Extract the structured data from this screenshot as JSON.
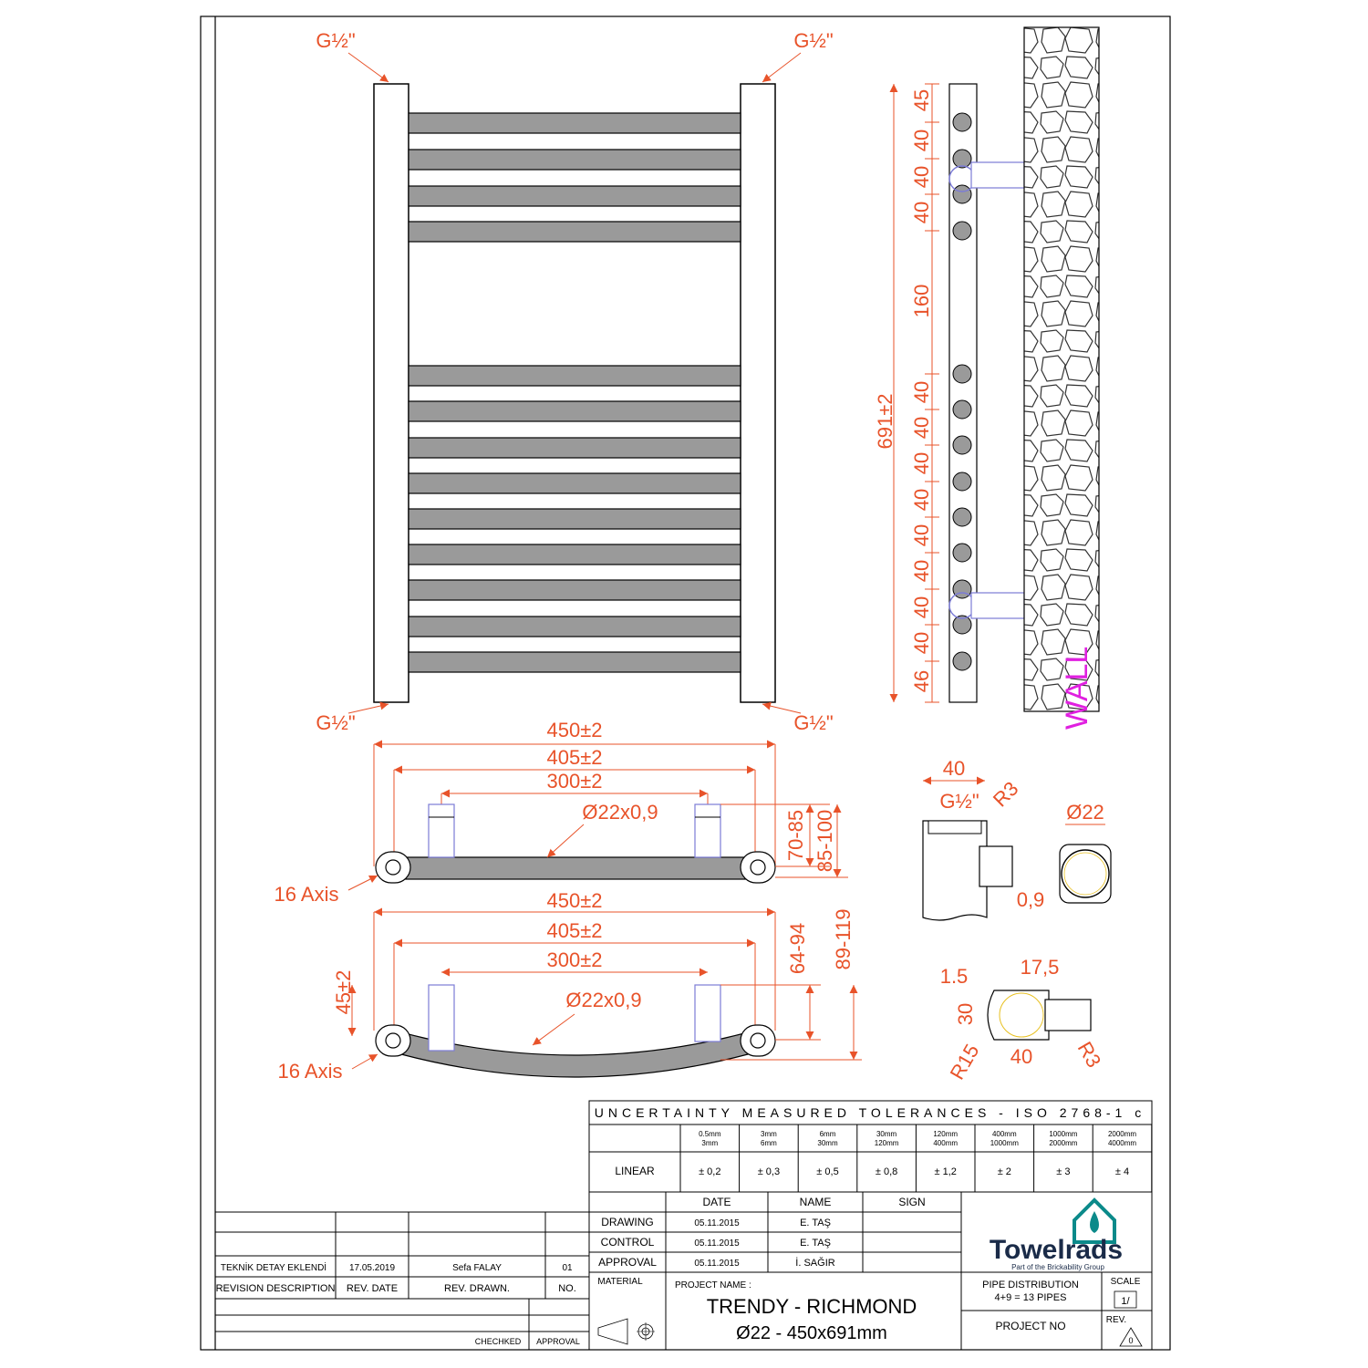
{
  "drawing": {
    "thread_label": "G½\"",
    "wall_label": "WALL",
    "side_dims": {
      "overall": "691±2",
      "segments": [
        "45",
        "40",
        "40",
        "40",
        "160",
        "40",
        "40",
        "40",
        "40",
        "40",
        "40",
        "40",
        "40",
        "46"
      ]
    },
    "top_view": {
      "w1": "450±2",
      "w2": "405±2",
      "w3": "300±2",
      "pipe": "Ø22x0,9",
      "depth1": "70-85",
      "depth2": "85-100",
      "axis": "16 Axis"
    },
    "curved_view": {
      "w1": "450±2",
      "w2": "405±2",
      "w3": "300±2",
      "pipe": "Ø22x0,9",
      "depth1": "64-94",
      "depth2": "89-119",
      "rise": "45±2",
      "axis": "16 Axis"
    },
    "detail1": {
      "w": "40",
      "thread": "G½\"",
      "r": "R3",
      "dia": "Ø22",
      "t": "0,9"
    },
    "detail2": {
      "a": "1.5",
      "b": "17,5",
      "h": "30",
      "w": "40",
      "r1": "R15",
      "r2": "R3"
    }
  },
  "tolerances": {
    "title": "UNCERTAINTY MEASURED TOLERANCES - ISO 2768-1 c",
    "ranges": [
      {
        "lo": "0.5mm",
        "hi": "3mm"
      },
      {
        "lo": "3mm",
        "hi": "6mm"
      },
      {
        "lo": "6mm",
        "hi": "30mm"
      },
      {
        "lo": "30mm",
        "hi": "120mm"
      },
      {
        "lo": "120mm",
        "hi": "400mm"
      },
      {
        "lo": "400mm",
        "hi": "1000mm"
      },
      {
        "lo": "1000mm",
        "hi": "2000mm"
      },
      {
        "lo": "2000mm",
        "hi": "4000mm"
      }
    ],
    "row_label": "LINEAR",
    "values": [
      "± 0,2",
      "± 0,3",
      "± 0,5",
      "± 0,8",
      "± 1,2",
      "± 2",
      "± 3",
      "± 4"
    ]
  },
  "signoff": {
    "headers": {
      "date": "DATE",
      "name": "NAME",
      "sign": "SIGN"
    },
    "rows": [
      {
        "label": "DRAWING",
        "date": "05.11.2015",
        "name": "E. TAŞ"
      },
      {
        "label": "CONTROL",
        "date": "05.11.2015",
        "name": "E. TAŞ"
      },
      {
        "label": "APPROVAL",
        "date": "05.11.2015",
        "name": "İ. SAĞIR"
      }
    ]
  },
  "revision": {
    "description": "TEKNİK DETAY EKLENDİ",
    "date": "17.05.2019",
    "drawn": "Sefa FALAY",
    "no": "01",
    "headers": {
      "description": "REVISION DESCRIPTION",
      "date": "REV. DATE",
      "drawn": "REV. DRAWN.",
      "no": "NO."
    },
    "checked": "CHECHKED",
    "approval": "APPROVAL"
  },
  "title_block": {
    "material_label": "MATERIAL",
    "project_name_label": "PROJECT NAME :",
    "project_name": "TRENDY - RICHMOND",
    "project_spec": "Ø22 - 450x691mm",
    "pipe_distribution_label": "PIPE DISTRIBUTION",
    "pipe_distribution": "4+9 = 13 PIPES",
    "project_no_label": "PROJECT NO",
    "scale_label": "SCALE",
    "scale": "1/",
    "rev_label": "REV.",
    "rev": "0"
  },
  "brand": {
    "name": "Towelrads",
    "tagline": "Part of the Brickability Group",
    "color": "#0b8a8a"
  },
  "colors": {
    "dimension": "#e8532a",
    "wall_label": "#e020e0",
    "bar_fill": "#9a9a9a",
    "fitting": "#7c7cd6"
  }
}
